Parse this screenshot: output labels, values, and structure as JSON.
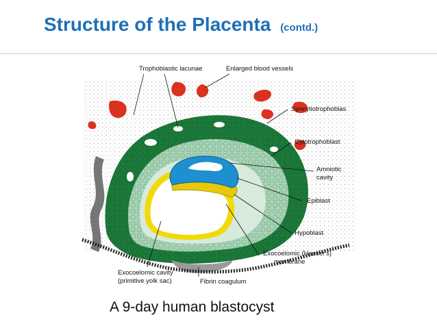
{
  "title": {
    "main": "Structure of the Placenta",
    "suffix": "(contd.)"
  },
  "labels": {
    "trophoblastic_lacunae": "Trophoblastic lacunae",
    "enlarged_blood_vessels": "Enlarged blood vessels",
    "syncytiotrophoblast": "Syncytiotrophoblas",
    "cytotrophoblast": "Cytotrophoblast",
    "amniotic_cavity_1": "Amniotic",
    "amniotic_cavity_2": "cavity",
    "epiblast": "Epiblast",
    "hypoblast": "Hypoblast",
    "exocoelomic_membrane_1": "Exocoelomic (Heuser's)",
    "exocoelomic_membrane_2": "membrane",
    "exocoelomic_cavity_1": "Exocoelomic cavity",
    "exocoelomic_cavity_2": "(primitive yolk sac)",
    "fibrin_coagulum": "Fibrin coagulum"
  },
  "caption": "A 9-day human blastocyst",
  "colors": {
    "title": "#1f6fb8",
    "syncytiotrophoblast": "#1c7a3a",
    "cytotrophoblast": "#a9d3b6",
    "epiblast": "#1e8fd0",
    "hypoblast_membrane": "#f2d90a",
    "blood": "#d9321e"
  }
}
